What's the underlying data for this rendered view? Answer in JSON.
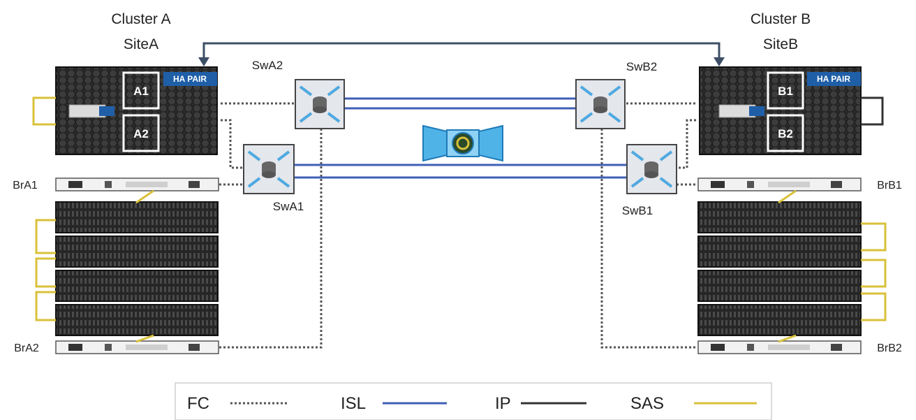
{
  "clusters": {
    "a": {
      "name": "Cluster A",
      "site": "SiteA",
      "badge": "HA PAIR",
      "node1": "A1",
      "node2": "A2"
    },
    "b": {
      "name": "Cluster B",
      "site": "SiteB",
      "badge": "HA PAIR",
      "node1": "B1",
      "node2": "B2"
    }
  },
  "switches": {
    "swA1": "SwA1",
    "swA2": "SwA2",
    "swB1": "SwB1",
    "swB2": "SwB2"
  },
  "bridges": {
    "brA1": "BrA1",
    "brA2": "BrA2",
    "brB1": "BrB1",
    "brB2": "BrB2"
  },
  "legend": {
    "fc": "FC",
    "isl": "ISL",
    "ip": "IP",
    "sas": "SAS"
  },
  "colors": {
    "isl": "#3f5fb5",
    "ip": "#333333",
    "sas": "#d9c13a",
    "fc": "#555555",
    "haBadge": "#1f5fa8"
  }
}
